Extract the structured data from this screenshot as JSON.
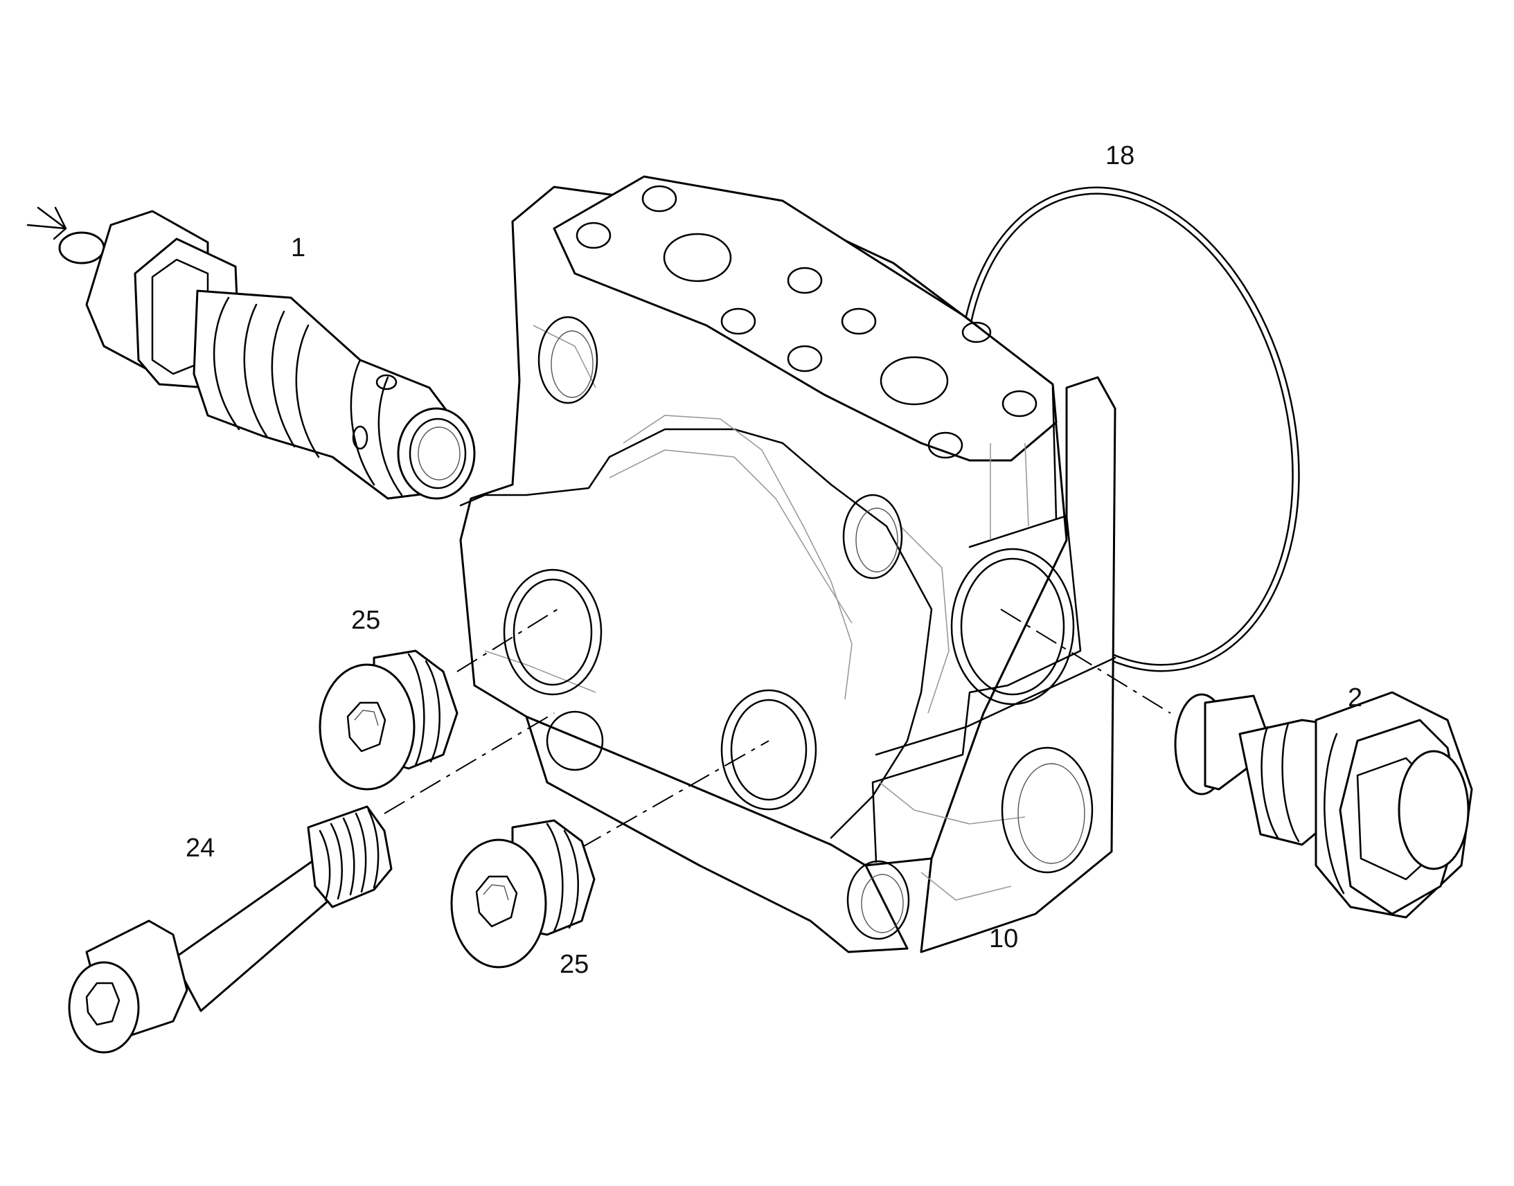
{
  "diagram": {
    "callouts": {
      "part_1": "1",
      "part_2": "2",
      "part_10": "10",
      "part_18": "18",
      "part_24": "24",
      "part_25_upper": "25",
      "part_25_lower": "25"
    },
    "colors": {
      "line": "#000000",
      "background": "#ffffff",
      "hidden_edges": "#9a9a9a"
    }
  }
}
